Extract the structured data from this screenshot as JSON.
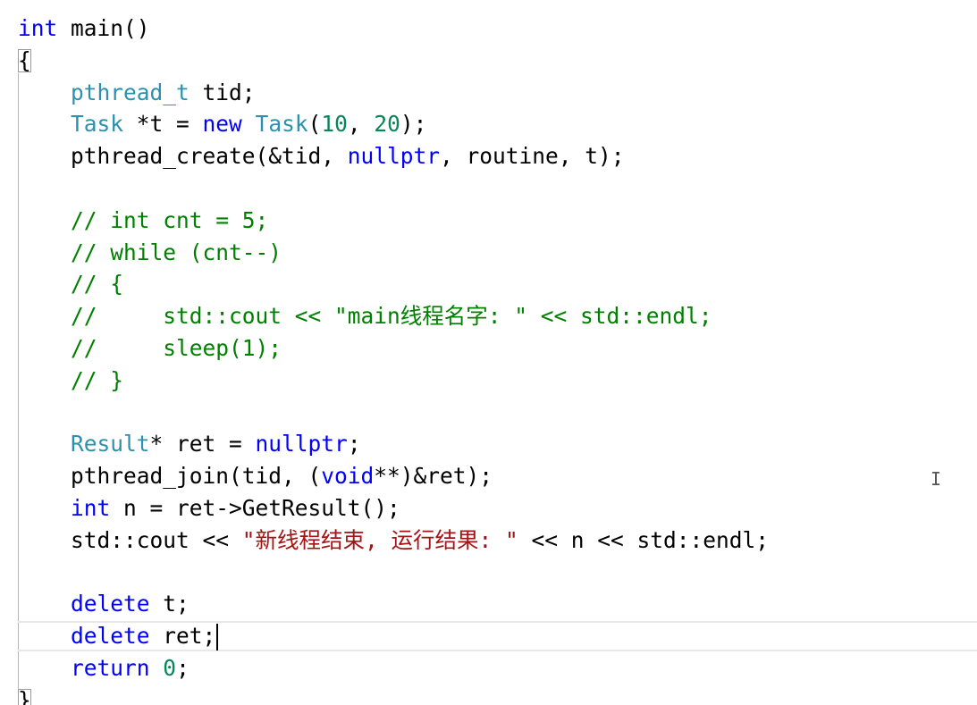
{
  "editor": {
    "lines": [
      [
        {
          "text": "int",
          "kind": "keyword"
        },
        {
          "text": " main()",
          "kind": "plain"
        }
      ],
      [
        {
          "text": "{",
          "kind": "brace-open"
        }
      ],
      [
        {
          "text": "    ",
          "kind": "plain"
        },
        {
          "text": "pthread_t",
          "kind": "type"
        },
        {
          "text": " tid;",
          "kind": "plain"
        }
      ],
      [
        {
          "text": "    ",
          "kind": "plain"
        },
        {
          "text": "Task",
          "kind": "type"
        },
        {
          "text": " *t = ",
          "kind": "plain"
        },
        {
          "text": "new",
          "kind": "keyword"
        },
        {
          "text": " ",
          "kind": "plain"
        },
        {
          "text": "Task",
          "kind": "type"
        },
        {
          "text": "(",
          "kind": "plain"
        },
        {
          "text": "10",
          "kind": "number"
        },
        {
          "text": ", ",
          "kind": "plain"
        },
        {
          "text": "20",
          "kind": "number"
        },
        {
          "text": ");",
          "kind": "plain"
        }
      ],
      [
        {
          "text": "    pthread_create(&tid, ",
          "kind": "plain"
        },
        {
          "text": "nullptr",
          "kind": "keyword"
        },
        {
          "text": ", routine, t);",
          "kind": "plain"
        }
      ],
      [],
      [
        {
          "text": "    ",
          "kind": "plain"
        },
        {
          "text": "// int cnt = 5;",
          "kind": "comment"
        }
      ],
      [
        {
          "text": "    ",
          "kind": "plain"
        },
        {
          "text": "// while (cnt--)",
          "kind": "comment"
        }
      ],
      [
        {
          "text": "    ",
          "kind": "plain"
        },
        {
          "text": "// {",
          "kind": "comment"
        }
      ],
      [
        {
          "text": "    ",
          "kind": "plain"
        },
        {
          "text": "//     std::cout << \"main线程名字: \" << std::endl;",
          "kind": "comment"
        }
      ],
      [
        {
          "text": "    ",
          "kind": "plain"
        },
        {
          "text": "//     sleep(1);",
          "kind": "comment"
        }
      ],
      [
        {
          "text": "    ",
          "kind": "plain"
        },
        {
          "text": "// }",
          "kind": "comment"
        }
      ],
      [],
      [
        {
          "text": "    ",
          "kind": "plain"
        },
        {
          "text": "Result",
          "kind": "type"
        },
        {
          "text": "* ret = ",
          "kind": "plain"
        },
        {
          "text": "nullptr",
          "kind": "keyword"
        },
        {
          "text": ";",
          "kind": "plain"
        }
      ],
      [
        {
          "text": "    pthread_join(tid, (",
          "kind": "plain"
        },
        {
          "text": "void",
          "kind": "keyword"
        },
        {
          "text": "**)&ret);",
          "kind": "plain"
        }
      ],
      [
        {
          "text": "    ",
          "kind": "plain"
        },
        {
          "text": "int",
          "kind": "keyword"
        },
        {
          "text": " n = ret->GetResult();",
          "kind": "plain"
        }
      ],
      [
        {
          "text": "    std::cout << ",
          "kind": "plain"
        },
        {
          "text": "\"新线程结束, 运行结果: \"",
          "kind": "string"
        },
        {
          "text": " << n << std::endl;",
          "kind": "plain"
        }
      ],
      [],
      [
        {
          "text": "    ",
          "kind": "plain"
        },
        {
          "text": "delete",
          "kind": "keyword"
        },
        {
          "text": " t;",
          "kind": "plain"
        }
      ],
      [
        {
          "text": "    ",
          "kind": "plain"
        },
        {
          "text": "delete",
          "kind": "keyword"
        },
        {
          "text": " ret;",
          "kind": "plain"
        },
        {
          "text": "",
          "kind": "caret"
        }
      ],
      [
        {
          "text": "    ",
          "kind": "plain"
        },
        {
          "text": "return",
          "kind": "keyword"
        },
        {
          "text": " ",
          "kind": "plain"
        },
        {
          "text": "0",
          "kind": "number"
        },
        {
          "text": ";",
          "kind": "plain"
        }
      ],
      [
        {
          "text": "}",
          "kind": "brace-close"
        }
      ]
    ],
    "current_line": 20,
    "colors": {
      "keyword": "#0000ff",
      "type": "#2b91af",
      "comment": "#008000",
      "string": "#a31515",
      "number": "#098658",
      "plain": "#000000"
    },
    "mouse_cursor_icon": "text-ibeam-icon"
  }
}
